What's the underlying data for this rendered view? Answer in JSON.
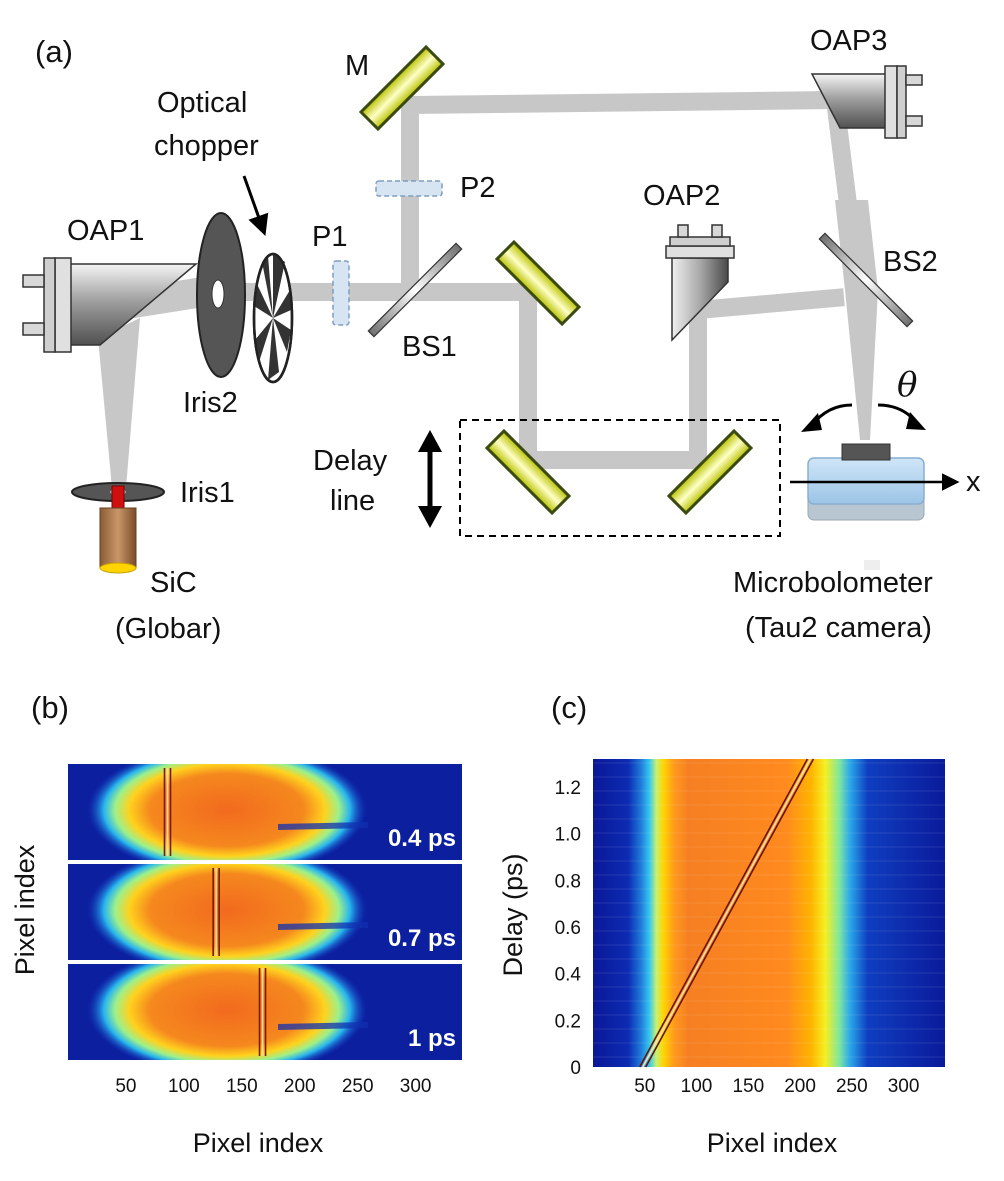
{
  "panel_a": {
    "panel_label": "(a)",
    "labels": {
      "m": "M",
      "oap3": "OAP3",
      "optical_chopper_line1": "Optical",
      "optical_chopper_line2": "chopper",
      "p2": "P2",
      "oap2": "OAP2",
      "oap1": "OAP1",
      "p1": "P1",
      "bs2": "BS2",
      "bs1": "BS1",
      "iris2": "Iris2",
      "theta": "θ",
      "delay_line_1": "Delay",
      "delay_line_2": "line",
      "iris1": "Iris1",
      "x": "x",
      "sic": "SiC",
      "globar": "(Globar)",
      "micro_1": "Microbolometer",
      "micro_2": "(Tau2 camera)"
    }
  },
  "panel_b": {
    "panel_label": "(b)",
    "ylabel": "Pixel index",
    "xlabel": "Pixel index",
    "xticks": [
      "50",
      "100",
      "150",
      "200",
      "250",
      "300"
    ],
    "frames": [
      {
        "delay_label": "0.4 ps",
        "fringe_pixel": 85
      },
      {
        "delay_label": "0.7 ps",
        "fringe_pixel": 127
      },
      {
        "delay_label": "1 ps",
        "fringe_pixel": 167
      }
    ]
  },
  "panel_c": {
    "panel_label": "(c)",
    "ylabel": "Delay (ps)",
    "xlabel": "Pixel index",
    "xticks": [
      "50",
      "100",
      "150",
      "200",
      "250",
      "300"
    ],
    "yticks": [
      "0",
      "0.2",
      "0.4",
      "0.6",
      "0.8",
      "1.0",
      "1.2"
    ]
  },
  "chart_data": [
    {
      "type": "heatmap",
      "panel": "(b)",
      "xlabel": "Pixel index",
      "ylabel": "Pixel index",
      "xlim": [
        0,
        340
      ],
      "xticks": [
        50,
        100,
        150,
        200,
        250,
        300
      ],
      "series": [
        {
          "name": "0.4 ps",
          "fringe_x": 85
        },
        {
          "name": "0.7 ps",
          "fringe_x": 127
        },
        {
          "name": "1 ps",
          "fringe_x": 167
        }
      ]
    },
    {
      "type": "heatmap",
      "panel": "(c)",
      "xlabel": "Pixel index",
      "ylabel": "Delay (ps)",
      "xlim": [
        0,
        340
      ],
      "ylim": [
        0,
        1.32
      ],
      "xticks": [
        50,
        100,
        150,
        200,
        250,
        300
      ],
      "yticks": [
        0,
        0.2,
        0.4,
        0.6,
        0.8,
        1.0,
        1.2
      ],
      "fringe_trace": {
        "x": [
          48,
          210
        ],
        "y": [
          0,
          1.32
        ]
      }
    }
  ]
}
